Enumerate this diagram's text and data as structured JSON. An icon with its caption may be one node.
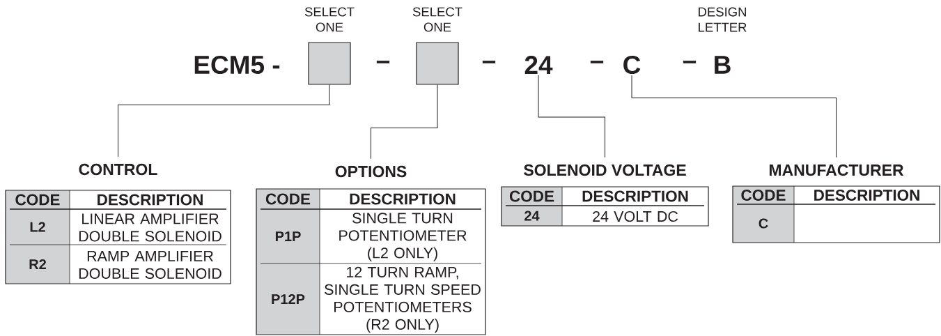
{
  "diagram": {
    "nodes": [
      {
        "text": [],
        "shape": "box",
        "beside": [
          "SELECT ONE"
        ]
      },
      {
        "text": [],
        "shape": "box",
        "beside": [
          "SELECT ONE"
        ]
      },
      {
        "text": [
          "24"
        ]
      },
      {
        "text": [
          "C"
        ]
      },
      {
        "text": [
          "CONTROL",
          "CODE",
          "DESCRIPTION",
          "L2",
          "LINEAR AMPLIFIER DOUBLE SOLENOID",
          "R2",
          "RAMP AMPLIFIER DOUBLE SOLENOID"
        ]
      },
      {
        "text": [
          "OPTIONS",
          "CODE",
          "DESCRIPTION",
          "P1P",
          "SINGLE TURN POTENTIOMETER (L2 ONLY)",
          "P12P",
          "12 TURN RAMP, SINGLE TURN SPEED POTENTIOMETERS (R2 ONLY)"
        ]
      },
      {
        "text": [
          "SOLENOID VOLTAGE",
          "CODE",
          "DESCRIPTION",
          "24",
          "24 VOLT DC"
        ]
      },
      {
        "text": [
          "MANUFACTURER",
          "CODE",
          "DESCRIPTION",
          "C"
        ]
      }
    ],
    "edges": [
      {
        "from": 0,
        "to": 4,
        "arrow": "none"
      },
      {
        "from": 1,
        "to": 5,
        "arrow": "none"
      },
      {
        "from": 2,
        "to": 6,
        "arrow": "none"
      },
      {
        "from": 3,
        "to": 7,
        "arrow": "none"
      }
    ],
    "labels": [
      "DESIGN LETTER",
      "ECM5 -",
      "–",
      "–",
      "–",
      "–",
      "B"
    ]
  }
}
